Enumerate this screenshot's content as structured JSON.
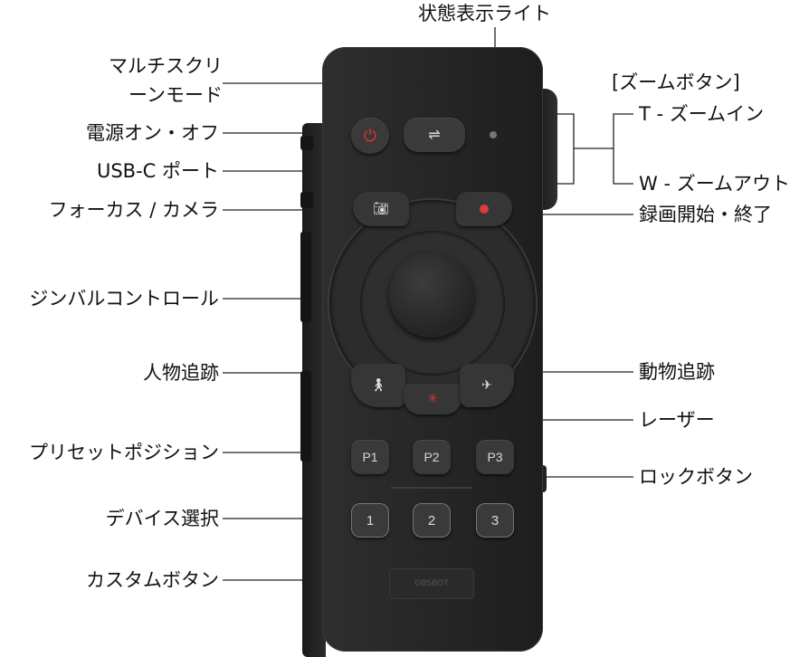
{
  "labels": {
    "status_light": "状態表示ライト",
    "multi_screen_1": "マルチスクリ",
    "multi_screen_2": "ーンモード",
    "power": "電源オン・オフ",
    "usb_c": "USB-C ポート",
    "focus_camera": "フォーカス / カメラ",
    "gimbal": "ジンバルコントロール",
    "person_tracking": "人物追跡",
    "preset": "プリセットポジション",
    "device_select": "デバイス選択",
    "custom": "カスタムボタン",
    "zoom_header": "[ズームボタン]",
    "zoom_in": "T - ズームイン",
    "zoom_out": "W - ズームアウト",
    "record": "録画開始・終了",
    "animal_tracking": "動物追跡",
    "laser": "レーザー",
    "lock": "ロックボタン"
  },
  "device": {
    "preset_buttons": [
      "P1",
      "P2",
      "P3"
    ],
    "device_buttons": [
      "1",
      "2",
      "3"
    ],
    "custom_button_text": "OBSBOT",
    "icons": {
      "power": "power-icon",
      "multiscreen": "swap-arrows-icon",
      "camera": "camera-icon",
      "record": "record-dot-icon",
      "person": "person-icon",
      "laser": "laser-icon",
      "animal": "animal-icon"
    },
    "colors": {
      "body": "#262626",
      "button": "#3a3a3a",
      "accent_red": "#e03030"
    }
  }
}
